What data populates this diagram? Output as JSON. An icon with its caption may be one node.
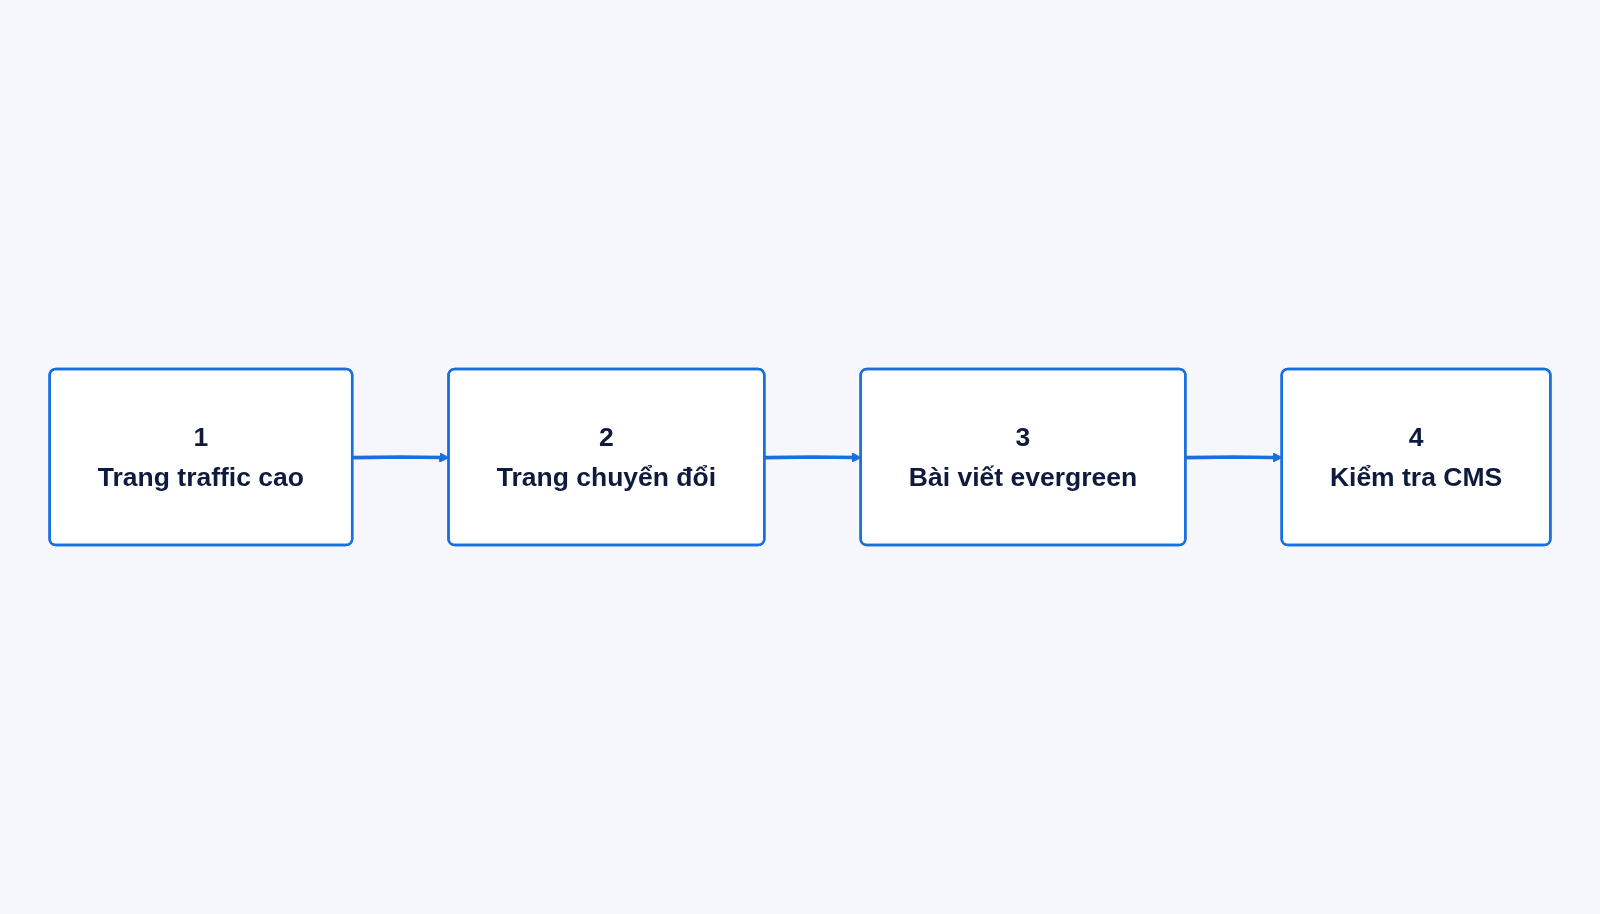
{
  "diagram": {
    "nodes": [
      {
        "text": [
          "1",
          "Trang traffic cao"
        ]
      },
      {
        "text": [
          "2",
          "Trang chuyển đổi"
        ]
      },
      {
        "text": [
          "3",
          "Bài viết evergreen"
        ]
      },
      {
        "text": [
          "4",
          "Kiểm tra CMS"
        ]
      }
    ],
    "edges": [
      {
        "from": 0,
        "to": 1,
        "arrow": "to"
      },
      {
        "from": 1,
        "to": 2,
        "arrow": "to"
      },
      {
        "from": 2,
        "to": 3,
        "arrow": "to"
      }
    ]
  }
}
